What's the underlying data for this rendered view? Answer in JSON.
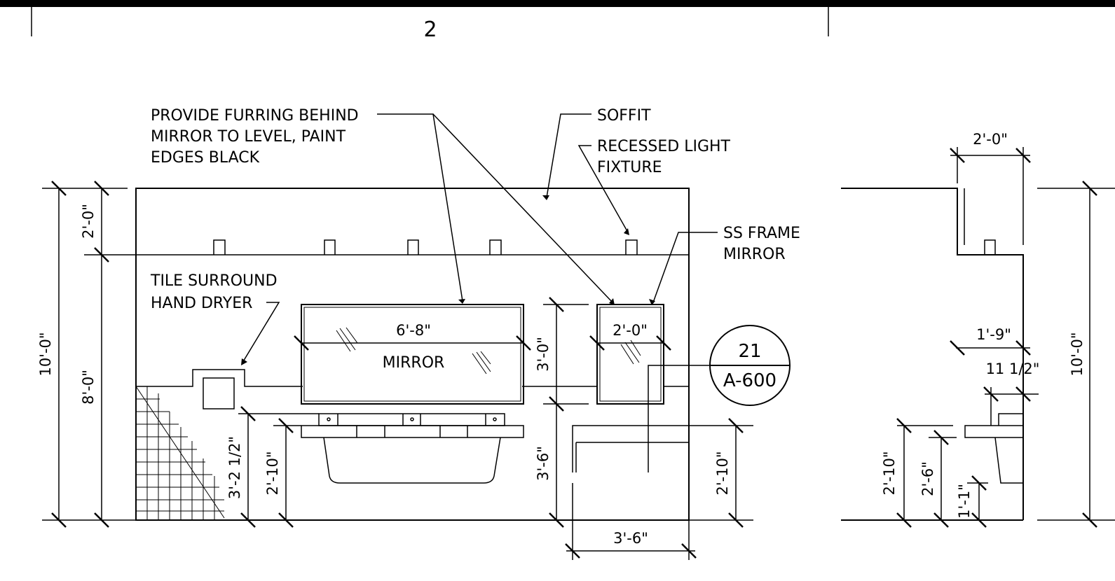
{
  "sheet": {
    "detail_number": "2"
  },
  "notes": {
    "furring": [
      "PROVIDE FURRING BEHIND",
      "MIRROR TO LEVEL, PAINT",
      "EDGES BLACK"
    ],
    "soffit": "SOFFIT",
    "light": [
      "RECESSED LIGHT",
      "FIXTURE"
    ],
    "ss_mirror": [
      "SS FRAME",
      "MIRROR"
    ],
    "tile": [
      "TILE SURROUND",
      "HAND DRYER"
    ],
    "mirror": "MIRROR"
  },
  "callout": {
    "number": "21",
    "sheet": "A-600"
  },
  "dims": {
    "total_height": "10'-0\"",
    "soffit_height": "2'-0\"",
    "wall_height": "8'-0\"",
    "mirror_width": "6'-8\"",
    "mirror_height": "3'-0\"",
    "small_mirror_width": "2'-0\"",
    "mirror_bottom": "3'-6\"",
    "dryer_height": "3'-2 1/2\"",
    "counter_height": "2'-10\"",
    "right_counter_height": "2'-10\"",
    "bench_width": "3'-6\"",
    "section_soffit_width": "2'-0\"",
    "section_counter_depth": "1'-9\"",
    "section_bowl_depth": "11 1/2\"",
    "section_total_height": "10'-0\"",
    "section_counter_height": "2'-10\"",
    "section_bowl_bottom": "2'-6\"",
    "section_pipe": "1'-1\""
  }
}
